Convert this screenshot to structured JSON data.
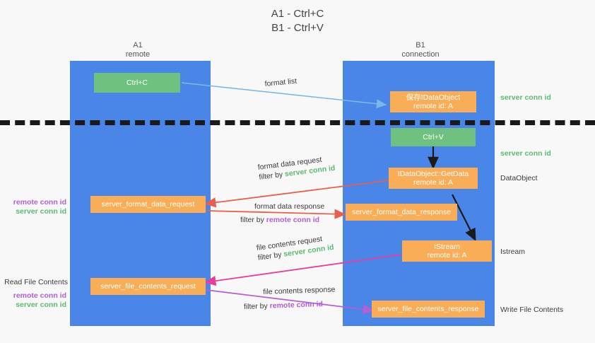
{
  "diagram": {
    "title_line1": "A1 - Ctrl+C",
    "title_line2": "B1 - Ctrl+V",
    "columns": [
      {
        "name": "A1",
        "role": "remote"
      },
      {
        "name": "B1",
        "role": "connection"
      }
    ],
    "colors": {
      "lane": "#4a86e8",
      "orange_box": "#f9ad56",
      "green_box": "#6ec17e",
      "server_conn_id": "#5fb972",
      "remote_conn_id": "#b35fd6",
      "arrow_blue": "#7ab8e8",
      "arrow_red": "#e8604c",
      "arrow_pink": "#e83e9b",
      "arrow_purple": "#b35fd6",
      "arrow_black": "#1a1a1a",
      "divider": "#1a1a1a"
    },
    "boxes": [
      {
        "id": "ctrl-c",
        "label": "Ctrl+C",
        "sub": "",
        "kind": "green"
      },
      {
        "id": "idataobject-create",
        "label": "保存IDataObject",
        "sub": "remote id: A",
        "kind": "orange"
      },
      {
        "id": "ctrl-v",
        "label": "Ctrl+V",
        "sub": "",
        "kind": "green"
      },
      {
        "id": "idataobject-getdata",
        "label": "IDataObject::GetData",
        "sub": "remote id: A",
        "kind": "orange"
      },
      {
        "id": "server-format-data-request",
        "label": "server_format_data_request",
        "sub": "",
        "kind": "orange"
      },
      {
        "id": "server-format-data-response",
        "label": "server_format_data_response",
        "sub": "",
        "kind": "orange"
      },
      {
        "id": "istream",
        "label": "IStream",
        "sub": "remote id: A",
        "kind": "orange"
      },
      {
        "id": "server-file-contents-request",
        "label": "server_file_contents_request",
        "sub": "",
        "kind": "orange"
      },
      {
        "id": "server-file-contents-response",
        "label": "server_file_contents_response",
        "sub": "",
        "kind": "orange"
      }
    ],
    "edge_labels": [
      {
        "id": "format-list",
        "text": "format list"
      },
      {
        "id": "format-data-request",
        "text": "format data request",
        "filter_prefix": "filter by ",
        "filter_key": "server conn id",
        "filter_color": "server"
      },
      {
        "id": "format-data-response",
        "text": "format data response",
        "filter_prefix": "filter by ",
        "filter_key": "remote conn id",
        "filter_color": "remote"
      },
      {
        "id": "file-contents-request",
        "text": "file contents request",
        "filter_prefix": "filter by ",
        "filter_key": "server conn id",
        "filter_color": "server"
      },
      {
        "id": "file-contents-response",
        "text": "file contents response",
        "filter_prefix": "filter by ",
        "filter_key": "remote conn id",
        "filter_color": "remote"
      }
    ],
    "right_annotations": [
      {
        "id": "server-conn-id-1",
        "text": "server conn id",
        "style": "green"
      },
      {
        "id": "server-conn-id-2",
        "text": "server conn id",
        "style": "green"
      },
      {
        "id": "dataobject",
        "text": "DataObject",
        "style": "dark"
      },
      {
        "id": "istream-label",
        "text": "Istream",
        "style": "dark"
      },
      {
        "id": "write-file-contents",
        "text": "Write File Contents",
        "style": "dark"
      }
    ],
    "left_annotations": [
      {
        "id": "left-ids-1-remote",
        "text": "remote conn id",
        "style": "purple"
      },
      {
        "id": "left-ids-1-server",
        "text": "server conn id",
        "style": "green"
      },
      {
        "id": "read-file-contents",
        "text": "Read File Contents",
        "style": "dark"
      },
      {
        "id": "left-ids-2-remote",
        "text": "remote conn id",
        "style": "purple"
      },
      {
        "id": "left-ids-2-server",
        "text": "server conn id",
        "style": "green"
      }
    ]
  }
}
